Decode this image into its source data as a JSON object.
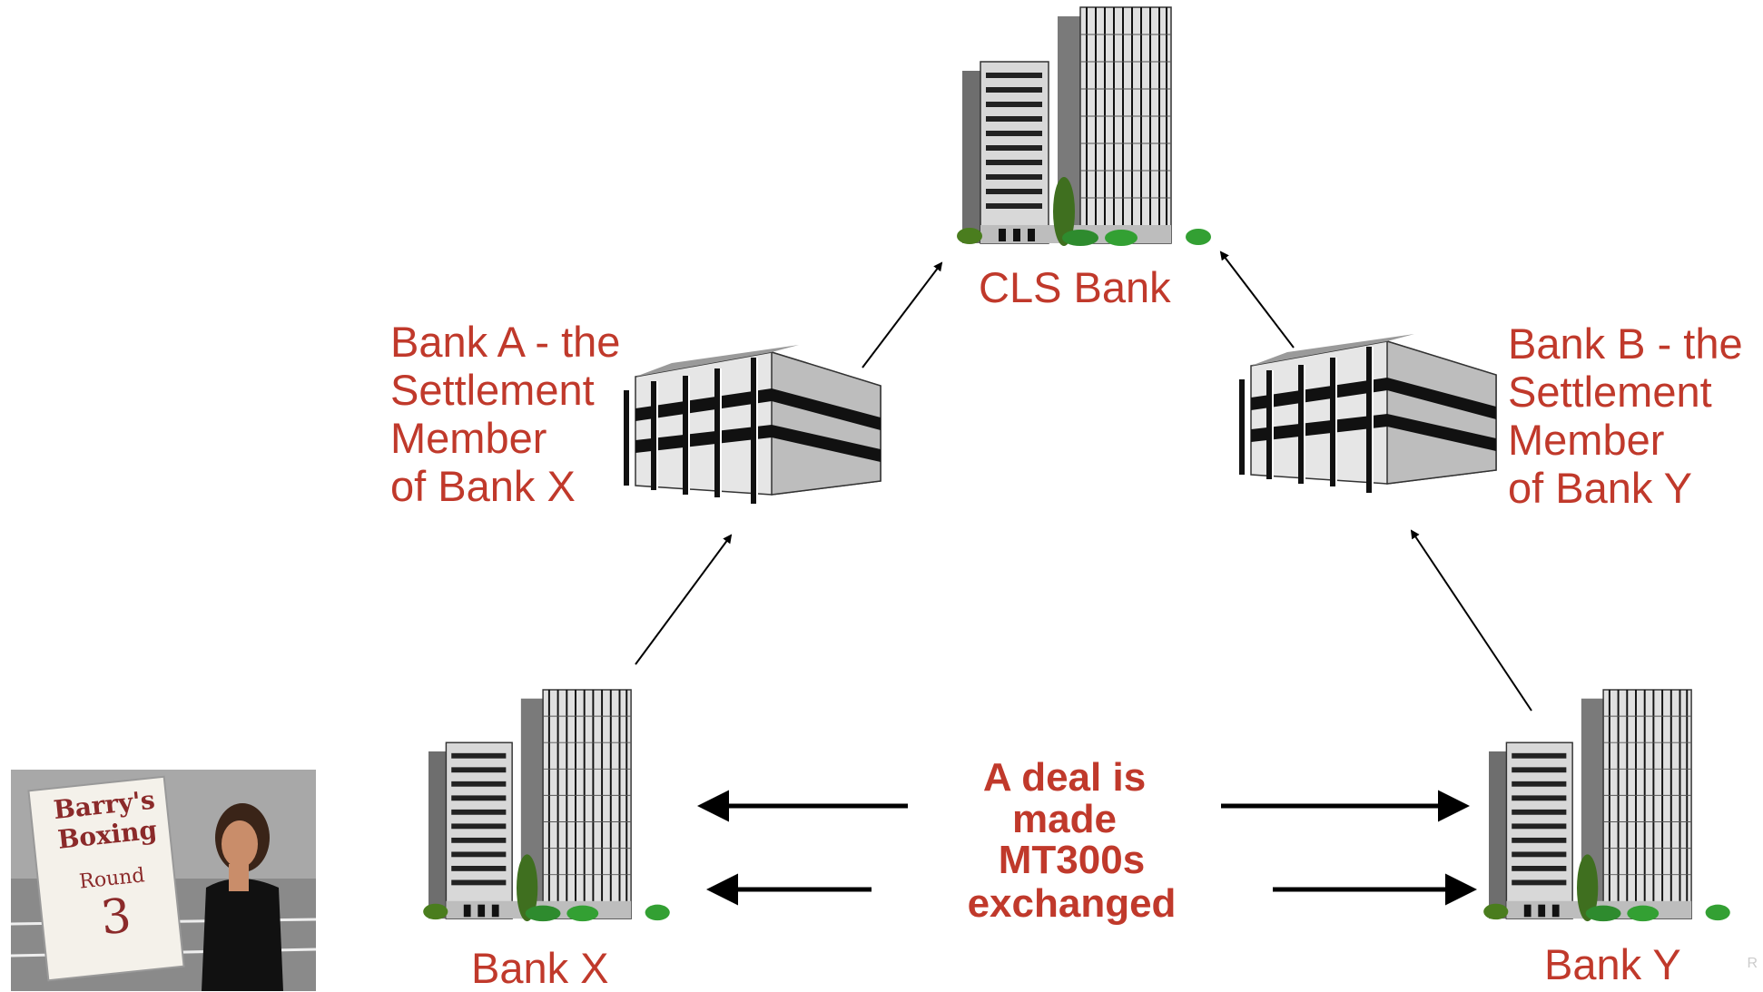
{
  "nodes": {
    "cls_bank": "CLS Bank",
    "bank_a": [
      "Bank A - the",
      "Settlement",
      "Member",
      "of Bank X"
    ],
    "bank_b": [
      "Bank B - the",
      "Settlement",
      "Member",
      "of Bank Y"
    ],
    "bank_x": "Bank X",
    "bank_y": "Bank Y"
  },
  "messages": {
    "deal": [
      "A deal is",
      "made"
    ],
    "mt300": [
      "MT300s",
      "exchanged"
    ]
  },
  "photo": {
    "sign_line1": "Barry's",
    "sign_line2": "Boxing",
    "sign_line3": "Round",
    "sign_number": "3"
  },
  "footer_mark": "R",
  "colors": {
    "label": "#c0392b",
    "arrow": "#000000"
  }
}
